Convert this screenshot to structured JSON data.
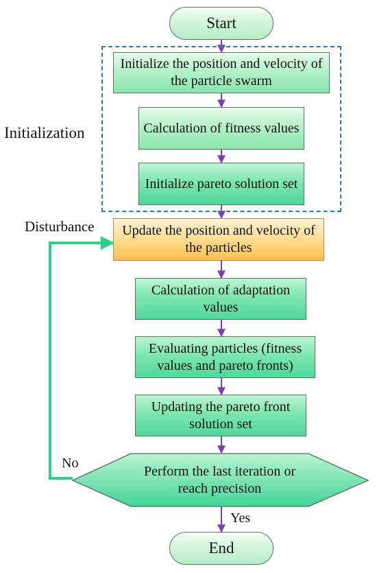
{
  "nodes": {
    "start": "Start",
    "init_swarm": "Initialize the position and velocity of the particle swarm",
    "calc_fitness": "Calculation of fitness values",
    "init_pareto": "Initialize pareto solution set",
    "update_particles": "Update the position and velocity of the particles",
    "calc_adaptation": "Calculation of adaptation values",
    "evaluate": "Evaluating particles (fitness values and pareto fronts)",
    "update_pareto": "Updating the pareto front solution set",
    "decision": "Perform the last iteration or reach precision",
    "end": "End"
  },
  "labels": {
    "initialization": "Initialization",
    "disturbance": "Disturbance",
    "no": "No",
    "yes": "Yes"
  },
  "colors": {
    "arrow": "#7b3fb0",
    "loop": "#2fd08e",
    "dashed_border": "#2f76b6",
    "update_box": "#ffd98a",
    "process_box": "#7ee6b0"
  }
}
